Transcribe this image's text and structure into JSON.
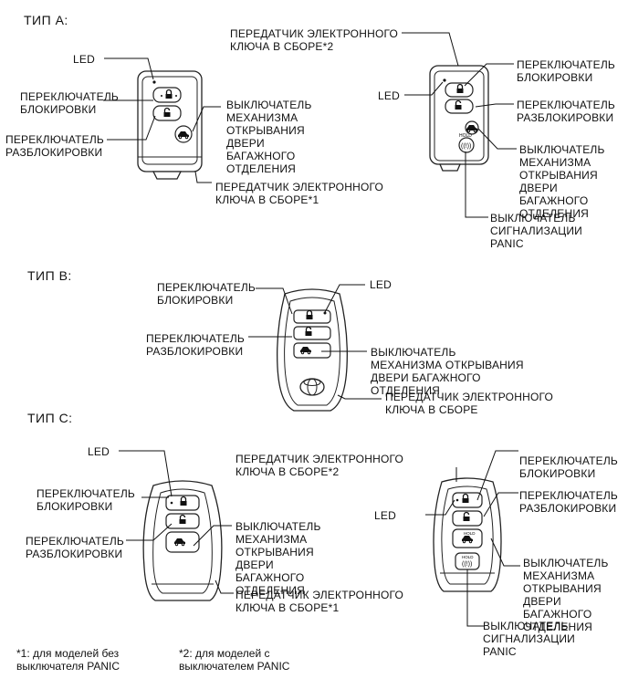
{
  "type_a": {
    "title": "ТИП A:",
    "key1": {
      "led": "LED",
      "lock": "ПЕРЕКЛЮЧАТЕЛЬ\nБЛОКИРОВКИ",
      "unlock": "ПЕРЕКЛЮЧАТЕЛЬ\nРАЗБЛОКИРОВКИ",
      "trunk": "ВЫКЛЮЧАТЕЛЬ\nМЕХАНИЗМА\nОТКРЫВАНИЯ\nДВЕРИ\nБАГАЖНОГО\nОТДЕЛЕНИЯ",
      "assembly": "ПЕРЕДАТЧИК ЭЛЕКТРОННОГО\nКЛЮЧА В СБОРЕ*1"
    },
    "key2": {
      "assembly": "ПЕРЕДАТЧИК ЭЛЕКТРОННОГО\nКЛЮЧА В СБОРЕ*2",
      "led": "LED",
      "lock": "ПЕРЕКЛЮЧАТЕЛЬ\nБЛОКИРОВКИ",
      "unlock": "ПЕРЕКЛЮЧАТЕЛЬ\nРАЗБЛОКИРОВКИ",
      "trunk": "ВЫКЛЮЧАТЕЛЬ\nМЕХАНИЗМА\nОТКРЫВАНИЯ\nДВЕРИ\nБАГАЖНОГО\nОТДЕЛЕНИЯ",
      "panic": "ВЫКЛЮЧАТЕЛЬ\nСИГНАЛИЗАЦИИ\nPANIC",
      "hold_text": "HOLD"
    }
  },
  "type_b": {
    "title": "ТИП B:",
    "lock": "ПЕРЕКЛЮЧАТЕЛЬ\nБЛОКИРОВКИ",
    "led": "LED",
    "unlock": "ПЕРЕКЛЮЧАТЕЛЬ\nРАЗБЛОКИРОВКИ",
    "trunk": "ВЫКЛЮЧАТЕЛЬ\nМЕХАНИЗМА ОТКРЫВАНИЯ\nДВЕРИ БАГАЖНОГО\nОТДЕЛЕНИЯ",
    "assembly": "ПЕРЕДАТЧИК ЭЛЕКТРОННОГО\nКЛЮЧА В СБОРЕ"
  },
  "type_c": {
    "title": "ТИП C:",
    "key1": {
      "led": "LED",
      "lock": "ПЕРЕКЛЮЧАТЕЛЬ\nБЛОКИРОВКИ",
      "unlock": "ПЕРЕКЛЮЧАТЕЛЬ\nРАЗБЛОКИРОВКИ",
      "trunk": "ВЫКЛЮЧАТЕЛЬ\nМЕХАНИЗМА\nОТКРЫВАНИЯ\nДВЕРИ\nБАГАЖНОГО\nОТДЕЛЕНИЯ",
      "assembly": "ПЕРЕДАТЧИК ЭЛЕКТРОННОГО\nКЛЮЧА В СБОРЕ*1"
    },
    "key2": {
      "assembly": "ПЕРЕДАТЧИК ЭЛЕКТРОННОГО\nКЛЮЧА В СБОРЕ*2",
      "led": "LED",
      "lock": "ПЕРЕКЛЮЧАТЕЛЬ\nБЛОКИРОВКИ",
      "unlock": "ПЕРЕКЛЮЧАТЕЛЬ\nРАЗБЛОКИРОВКИ",
      "trunk": "ВЫКЛЮЧАТЕЛЬ\nМЕХАНИЗМА\nОТКРЫВАНИЯ\nДВЕРИ\nБАГАЖНОГО\nОТДЕЛЕНИЯ",
      "panic": "ВЫКЛЮЧАТЕЛЬ\nСИГНАЛИЗАЦИИ\nPANIC",
      "hold_text": "HOLD"
    }
  },
  "footnotes": {
    "note1": "*1: для моделей без\nвыключателя PANIC",
    "note2": "*2: для моделей с\nвыключателем PANIC"
  }
}
